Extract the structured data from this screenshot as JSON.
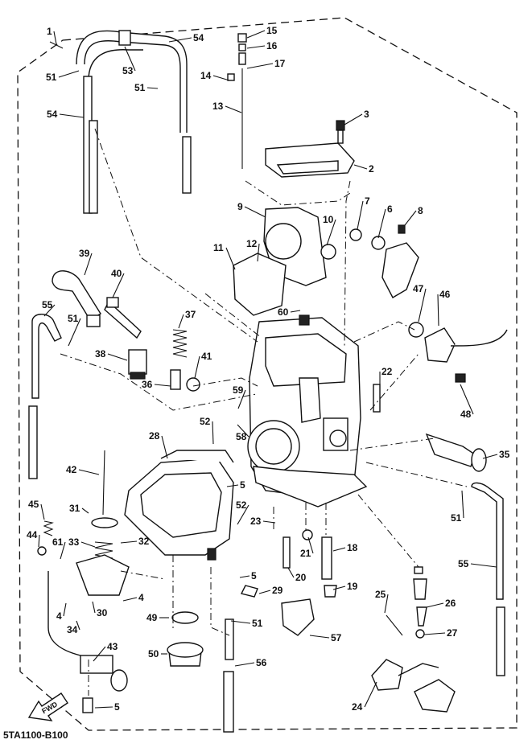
{
  "diagram_code": "5TA1100-B100",
  "fwd_label": "FWD",
  "callouts": [
    {
      "label": "1"
    },
    {
      "label": "51"
    },
    {
      "label": "53"
    },
    {
      "label": "54"
    },
    {
      "label": "51"
    },
    {
      "label": "54"
    },
    {
      "label": "15"
    },
    {
      "label": "16"
    },
    {
      "label": "17"
    },
    {
      "label": "14"
    },
    {
      "label": "13"
    },
    {
      "label": "3"
    },
    {
      "label": "2"
    },
    {
      "label": "9"
    },
    {
      "label": "7"
    },
    {
      "label": "6"
    },
    {
      "label": "8"
    },
    {
      "label": "10"
    },
    {
      "label": "11"
    },
    {
      "label": "12"
    },
    {
      "label": "60"
    },
    {
      "label": "39"
    },
    {
      "label": "40"
    },
    {
      "label": "47"
    },
    {
      "label": "46"
    },
    {
      "label": "55"
    },
    {
      "label": "51"
    },
    {
      "label": "37"
    },
    {
      "label": "38"
    },
    {
      "label": "41"
    },
    {
      "label": "36"
    },
    {
      "label": "22"
    },
    {
      "label": "48"
    },
    {
      "label": "59"
    },
    {
      "label": "58"
    },
    {
      "label": "52"
    },
    {
      "label": "28"
    },
    {
      "label": "35"
    },
    {
      "label": "42"
    },
    {
      "label": "5"
    },
    {
      "label": "51"
    },
    {
      "label": "31"
    },
    {
      "label": "45"
    },
    {
      "label": "52"
    },
    {
      "label": "23"
    },
    {
      "label": "44"
    },
    {
      "label": "61"
    },
    {
      "label": "33"
    },
    {
      "label": "32"
    },
    {
      "label": "21"
    },
    {
      "label": "18"
    },
    {
      "label": "55"
    },
    {
      "label": "5"
    },
    {
      "label": "20"
    },
    {
      "label": "4"
    },
    {
      "label": "19"
    },
    {
      "label": "29"
    },
    {
      "label": "4"
    },
    {
      "label": "34"
    },
    {
      "label": "30"
    },
    {
      "label": "25"
    },
    {
      "label": "26"
    },
    {
      "label": "49"
    },
    {
      "label": "51"
    },
    {
      "label": "27"
    },
    {
      "label": "57"
    },
    {
      "label": "43"
    },
    {
      "label": "50"
    },
    {
      "label": "56"
    },
    {
      "label": "24"
    },
    {
      "label": "5"
    }
  ]
}
